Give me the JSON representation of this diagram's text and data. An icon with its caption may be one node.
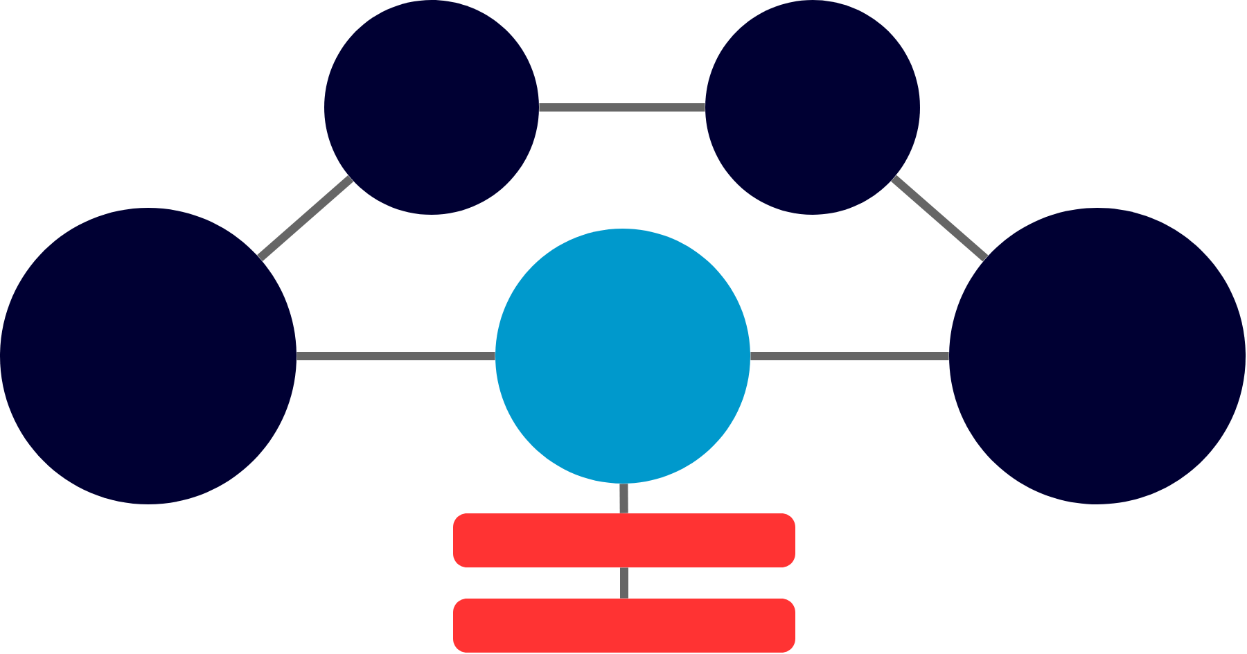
{
  "diagram": {
    "nodes": [
      {
        "text": [],
        "shape": "circle"
      },
      {
        "text": [],
        "shape": "circle"
      },
      {
        "text": [],
        "shape": "circle"
      },
      {
        "text": [],
        "shape": "circle"
      },
      {
        "text": [],
        "shape": "circle"
      },
      {
        "text": [],
        "shape": "bar"
      },
      {
        "text": [],
        "shape": "bar"
      }
    ],
    "edges": [
      {
        "from": 2,
        "to": 0,
        "arrow": "none"
      },
      {
        "from": 0,
        "to": 1,
        "arrow": "none"
      },
      {
        "from": 1,
        "to": 4,
        "arrow": "none"
      },
      {
        "from": 2,
        "to": 3,
        "arrow": "none"
      },
      {
        "from": 3,
        "to": 4,
        "arrow": "none"
      },
      {
        "from": 3,
        "to": 5,
        "arrow": "none"
      },
      {
        "from": 5,
        "to": 6,
        "arrow": "none"
      }
    ]
  }
}
